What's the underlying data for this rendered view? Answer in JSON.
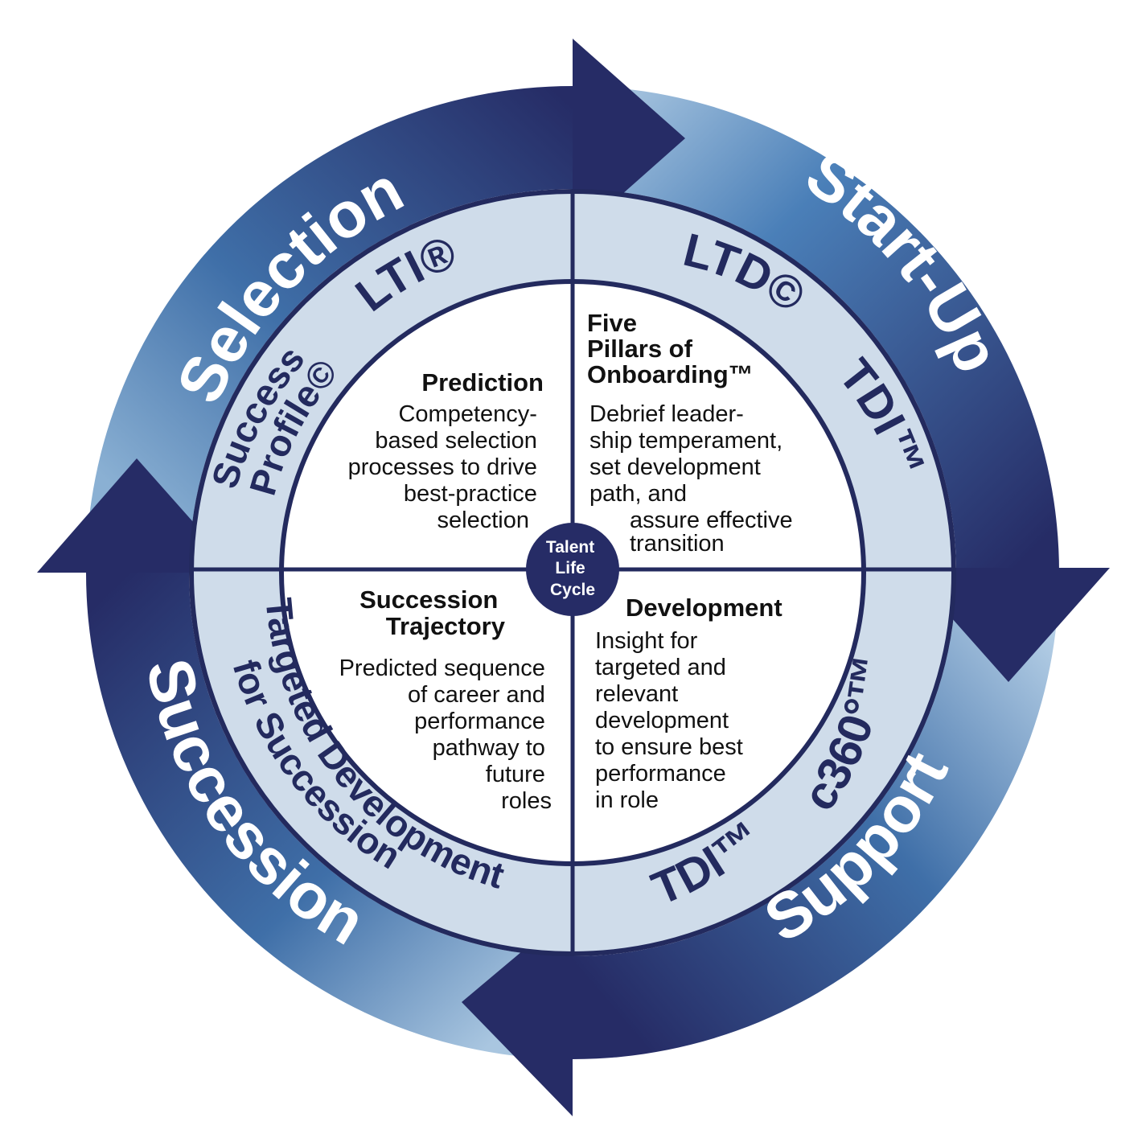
{
  "colors": {
    "navy": "#262c66",
    "blue_mid": "#3f6fa8",
    "blue_light": "#8ab0d3",
    "ring_light": "#cfdcea",
    "outline": "#232a5e",
    "text_dark": "#111111"
  },
  "outer_ring": {
    "selection": "Selection",
    "startup": "Start-Up",
    "support": "Support",
    "succession": "Succession"
  },
  "middle_ring": {
    "lti": "LTI®",
    "success_profile_line1": "Success",
    "success_profile_line2": "Profile©",
    "ltd": "LTD©",
    "tdi_top": "TDI™",
    "c360": "c360°™",
    "tdi_bottom": "TDI™",
    "targeted_line1": "Targeted Development",
    "targeted_line2": "for Succession"
  },
  "hub": {
    "line1": "Talent",
    "line2": "Life",
    "line3": "Cycle"
  },
  "quadrants": {
    "prediction": {
      "title": "Prediction",
      "lines": [
        "Competency-",
        "based selection",
        "processes to drive",
        "best-practice",
        "selection"
      ]
    },
    "onboarding": {
      "title_lines": [
        "Five",
        "Pillars of",
        "Onboarding™"
      ],
      "lines": [
        "Debrief leader-",
        "ship temperament,",
        "set development",
        "path, and",
        "assure effective",
        "transition"
      ]
    },
    "succession": {
      "title_lines": [
        "Succession",
        "Trajectory"
      ],
      "lines": [
        "Predicted sequence",
        "of career and",
        "performance",
        "pathway to",
        "future",
        "roles"
      ]
    },
    "development": {
      "title": "Development",
      "lines": [
        "Insight for",
        "targeted and",
        "relevant",
        "development",
        "to ensure best",
        "performance",
        "in role"
      ]
    }
  }
}
